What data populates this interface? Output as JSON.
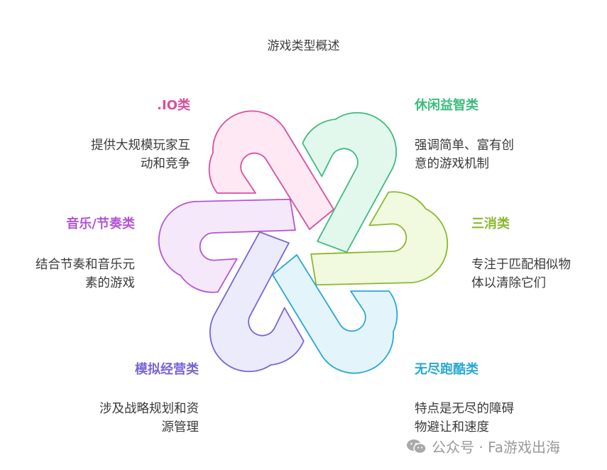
{
  "title": "游戏类型概述",
  "categories": [
    {
      "name": ".IO类",
      "desc_lines": [
        "提供大规模玩家互",
        "动和竞争"
      ],
      "color": "#d94f9f"
    },
    {
      "name": "休闲益智类",
      "desc_lines": [
        "强调简单、富有创",
        "意的游戏机制"
      ],
      "color": "#3cbc7e"
    },
    {
      "name": "三消类",
      "desc_lines": [
        "专注于匹配相似物",
        "体以清除它们"
      ],
      "color": "#8ab92e"
    },
    {
      "name": "无尽跑酷类",
      "desc_lines": [
        "特点是无尽的障碍",
        "物避让和速度"
      ],
      "color": "#2aa8d4"
    },
    {
      "name": "模拟经营类",
      "desc_lines": [
        "涉及战略规划和资",
        "源管理"
      ],
      "color": "#7a64d9"
    },
    {
      "name": "音乐/节奏类",
      "desc_lines": [
        "结合节奏和音乐元",
        "素的游戏"
      ],
      "color": "#b455d6"
    }
  ],
  "watermark": {
    "text": "公众号 · Fa游戏出海",
    "icon": "wechat-icon"
  }
}
